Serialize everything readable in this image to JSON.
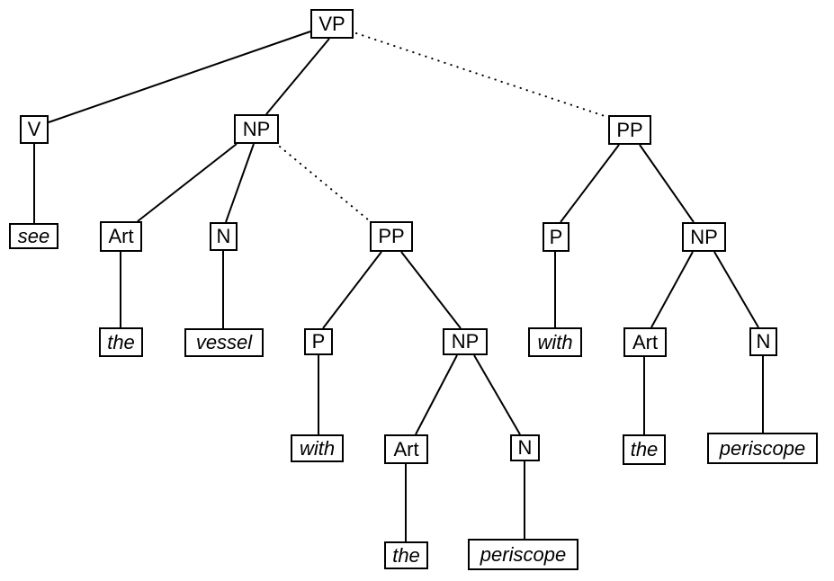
{
  "diagram": {
    "kind": "syntax-parse-tree",
    "colors": {
      "line": "#000000",
      "background": "#ffffff",
      "box_fill": "#ffffff",
      "text": "#000000"
    },
    "nodes": {
      "vp": {
        "label": "VP",
        "role": "phrase"
      },
      "v": {
        "label": "V",
        "role": "category"
      },
      "np_obj": {
        "label": "NP",
        "role": "phrase"
      },
      "pp_vp": {
        "label": "PP",
        "role": "phrase"
      },
      "see": {
        "label": "see",
        "role": "word"
      },
      "art_obj": {
        "label": "Art",
        "role": "category"
      },
      "n_obj": {
        "label": "N",
        "role": "category"
      },
      "pp_np": {
        "label": "PP",
        "role": "phrase"
      },
      "p_vp": {
        "label": "P",
        "role": "category"
      },
      "np_vp": {
        "label": "NP",
        "role": "phrase"
      },
      "the_obj": {
        "label": "the",
        "role": "word"
      },
      "vessel": {
        "label": "vessel",
        "role": "word"
      },
      "p_np": {
        "label": "P",
        "role": "category"
      },
      "np_np": {
        "label": "NP",
        "role": "phrase"
      },
      "with_vp": {
        "label": "with",
        "role": "word"
      },
      "art_vp": {
        "label": "Art",
        "role": "category"
      },
      "n_vp": {
        "label": "N",
        "role": "category"
      },
      "with_np": {
        "label": "with",
        "role": "word"
      },
      "art_np": {
        "label": "Art",
        "role": "category"
      },
      "n_np": {
        "label": "N",
        "role": "category"
      },
      "the_vp": {
        "label": "the",
        "role": "word"
      },
      "periscope_vp": {
        "label": "periscope",
        "role": "word"
      },
      "the_np": {
        "label": "the",
        "role": "word"
      },
      "periscope_np": {
        "label": "periscope",
        "role": "word"
      }
    },
    "edges": [
      {
        "from": "vp",
        "to": "v",
        "style": "solid"
      },
      {
        "from": "vp",
        "to": "np_obj",
        "style": "solid"
      },
      {
        "from": "vp",
        "to": "pp_vp",
        "style": "dotted"
      },
      {
        "from": "v",
        "to": "see",
        "style": "solid"
      },
      {
        "from": "np_obj",
        "to": "art_obj",
        "style": "solid"
      },
      {
        "from": "np_obj",
        "to": "n_obj",
        "style": "solid"
      },
      {
        "from": "np_obj",
        "to": "pp_np",
        "style": "dotted"
      },
      {
        "from": "art_obj",
        "to": "the_obj",
        "style": "solid"
      },
      {
        "from": "n_obj",
        "to": "vessel",
        "style": "solid"
      },
      {
        "from": "pp_np",
        "to": "p_np",
        "style": "solid"
      },
      {
        "from": "pp_np",
        "to": "np_np",
        "style": "solid"
      },
      {
        "from": "p_np",
        "to": "with_np",
        "style": "solid"
      },
      {
        "from": "np_np",
        "to": "art_np",
        "style": "solid"
      },
      {
        "from": "np_np",
        "to": "n_np",
        "style": "solid"
      },
      {
        "from": "art_np",
        "to": "the_np",
        "style": "solid"
      },
      {
        "from": "n_np",
        "to": "periscope_np",
        "style": "solid"
      },
      {
        "from": "pp_vp",
        "to": "p_vp",
        "style": "solid"
      },
      {
        "from": "pp_vp",
        "to": "np_vp",
        "style": "solid"
      },
      {
        "from": "p_vp",
        "to": "with_vp",
        "style": "solid"
      },
      {
        "from": "np_vp",
        "to": "art_vp",
        "style": "solid"
      },
      {
        "from": "np_vp",
        "to": "n_vp",
        "style": "solid"
      },
      {
        "from": "art_vp",
        "to": "the_vp",
        "style": "solid"
      },
      {
        "from": "n_vp",
        "to": "periscope_vp",
        "style": "solid"
      }
    ]
  }
}
